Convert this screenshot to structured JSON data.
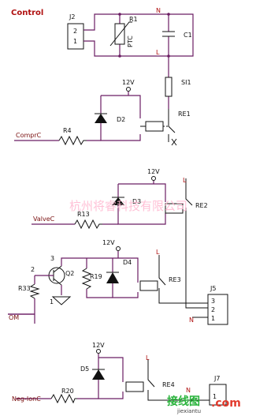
{
  "title": "Control",
  "labels": {
    "J2": "J2",
    "R1": "R1",
    "PTC": "PTC",
    "N": "N",
    "L": "L",
    "C1": "C1",
    "J2_pin2": "2",
    "J2_pin1": "1",
    "SI1": "SI1",
    "RE1": "RE1",
    "D2": "D2",
    "V12_1": "12V",
    "R4": "R4",
    "ComprC": "ComprC",
    "V12_2": "12V",
    "D3": "D3",
    "L2": "L",
    "RE2": "RE2",
    "R13": "R13",
    "ValveC": "ValveC",
    "V12_3": "12V",
    "D4": "D4",
    "L3": "L",
    "RE3": "RE3",
    "Q2": "Q2",
    "R19": "R19",
    "R33": "R33",
    "Q_pin3": "3",
    "Q_pin2": "2",
    "Q_pin1": "1",
    "OM": "OM",
    "J5": "J5",
    "J5_pin3": "3",
    "J5_pin2": "2",
    "J5_pin1": "1",
    "N2": "N",
    "V12_4": "12V",
    "D5": "D5",
    "L4": "L",
    "RE4": "RE4",
    "R20": "R20",
    "NegIonC": "Neg-IonC",
    "N3": "N",
    "J7": "J7",
    "J7_pin1": "1"
  },
  "watermark": {
    "text": "杭州将睿科技有限公司",
    "logo_cn": "接线图",
    "logo_com": ".com",
    "site": "jiexiantu"
  },
  "colors": {
    "wire": "#6b1d63",
    "symbol": "#111111",
    "title": "#b01010",
    "watermark": "#ffb6cf"
  }
}
